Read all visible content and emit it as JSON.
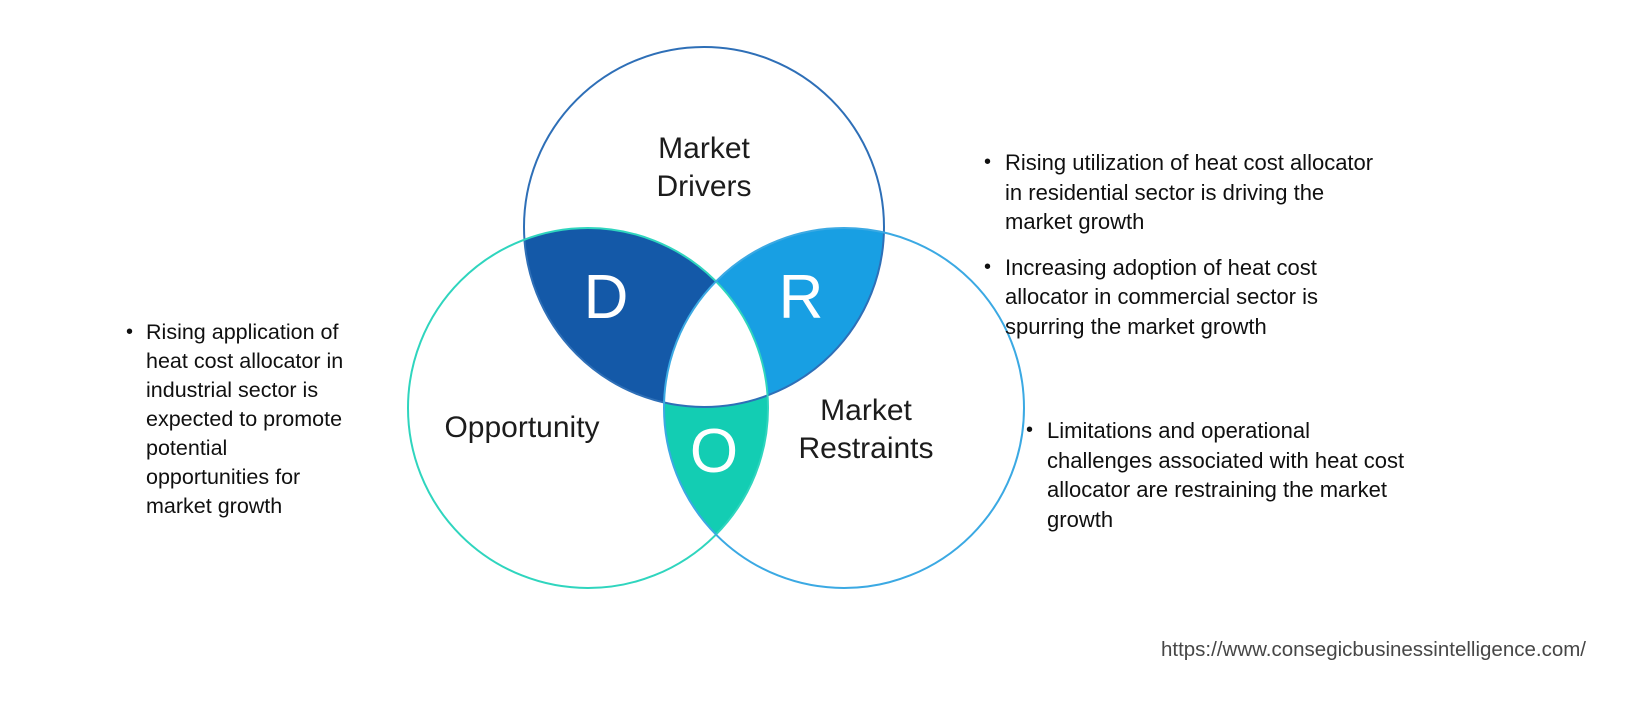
{
  "ui": {
    "bullet_char": "•"
  },
  "diagram": {
    "drivers": {
      "label_line1": "Market",
      "label_line2": "Drivers",
      "outline_color": "#2E6FB7",
      "overlap_letter": "D",
      "overlap_fill": "#1459A8"
    },
    "opportunity": {
      "label": "Opportunity",
      "outline_color": "#2FD5BE",
      "overlap_letter": "O",
      "overlap_fill": "#13CDB3"
    },
    "restraints": {
      "label_line1": "Market",
      "label_line2": "Restraints",
      "outline_color": "#3BA9E3",
      "overlap_letter": "R",
      "overlap_fill": "#189FE3"
    }
  },
  "bullets": {
    "left": [
      {
        "text": "Rising application of heat cost allocator in industrial sector is expected to promote potential opportunities for market growth"
      }
    ],
    "right_top": [
      {
        "text": "Rising utilization of heat cost allocator in residential sector is driving the market growth"
      },
      {
        "text": "Increasing adoption of heat cost allocator in commercial sector is spurring the market growth"
      }
    ],
    "right_bottom": [
      {
        "text": "Limitations and operational challenges associated with heat cost allocator are restraining the market growth"
      }
    ]
  },
  "footer": {
    "source_url": "https://www.consegicbusinessintelligence.com/"
  }
}
